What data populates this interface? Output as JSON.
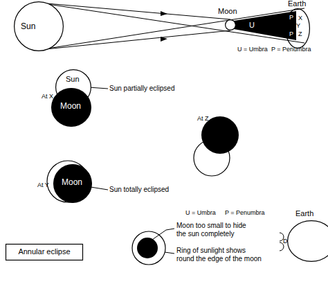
{
  "diagram": {
    "nodes": [
      {
        "text": [
          "Sun"
        ]
      },
      {
        "text": [
          "Moon"
        ]
      },
      {
        "text": [
          "Earth"
        ]
      },
      {
        "text": [
          "Sun"
        ]
      },
      {
        "text": [
          "Moon"
        ]
      },
      {
        "text": [
          "Moon"
        ]
      },
      {
        "text": [
          "Earth"
        ]
      },
      {
        "text": [
          "Annular eclipse"
        ]
      }
    ],
    "labels": [
      "U",
      "P",
      "X",
      "Y",
      "P",
      "Z",
      "U = Umbra",
      "P = Penumbra",
      "At X",
      "Sun partially eclipsed",
      "At Y",
      "Sun totally eclipsed",
      "At Z",
      "D",
      "U = Umbra",
      "P = Penumbra",
      "Moon too small to hide the sun completely",
      "Ring of sunlight shows round the edge of the moon"
    ]
  }
}
